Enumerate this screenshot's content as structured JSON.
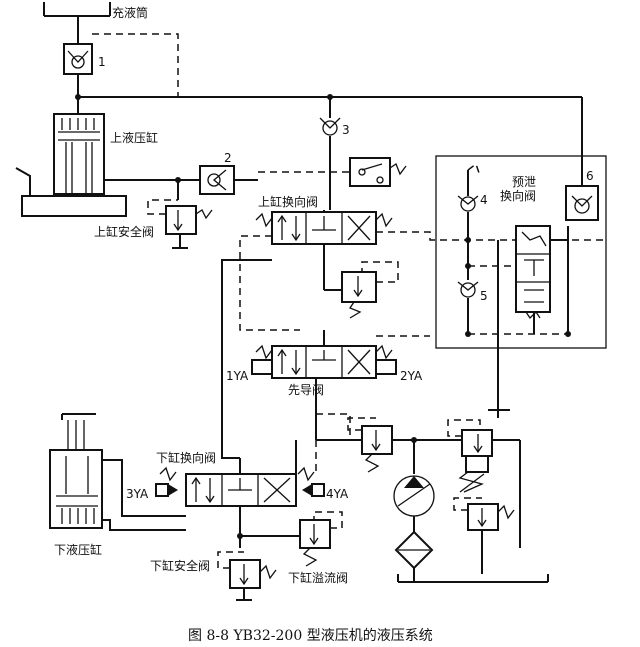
{
  "labels": {
    "fill_tank": "充液筒",
    "upper_cylinder": "上液压缸",
    "upper_safety_valve": "上缸安全阀",
    "upper_directional_valve": "上缸换向阀",
    "pilot_valve": "先导阀",
    "pre_release_valve_line1": "预泄",
    "pre_release_valve_line2": "换向阀",
    "lower_directional_valve": "下缸换向阀",
    "lower_cylinder": "下液压缸",
    "lower_safety_valve": "下缸安全阀",
    "lower_relief_valve": "下缸溢流阀"
  },
  "solenoids": {
    "s1": "1YA",
    "s2": "2YA",
    "s3": "3YA",
    "s4": "4YA"
  },
  "numbers": {
    "n1": "1",
    "n2": "2",
    "n3": "3",
    "n4": "4",
    "n5": "5",
    "n6": "6"
  },
  "caption": "图 8-8   YB32-200 型液压机的液压系统"
}
